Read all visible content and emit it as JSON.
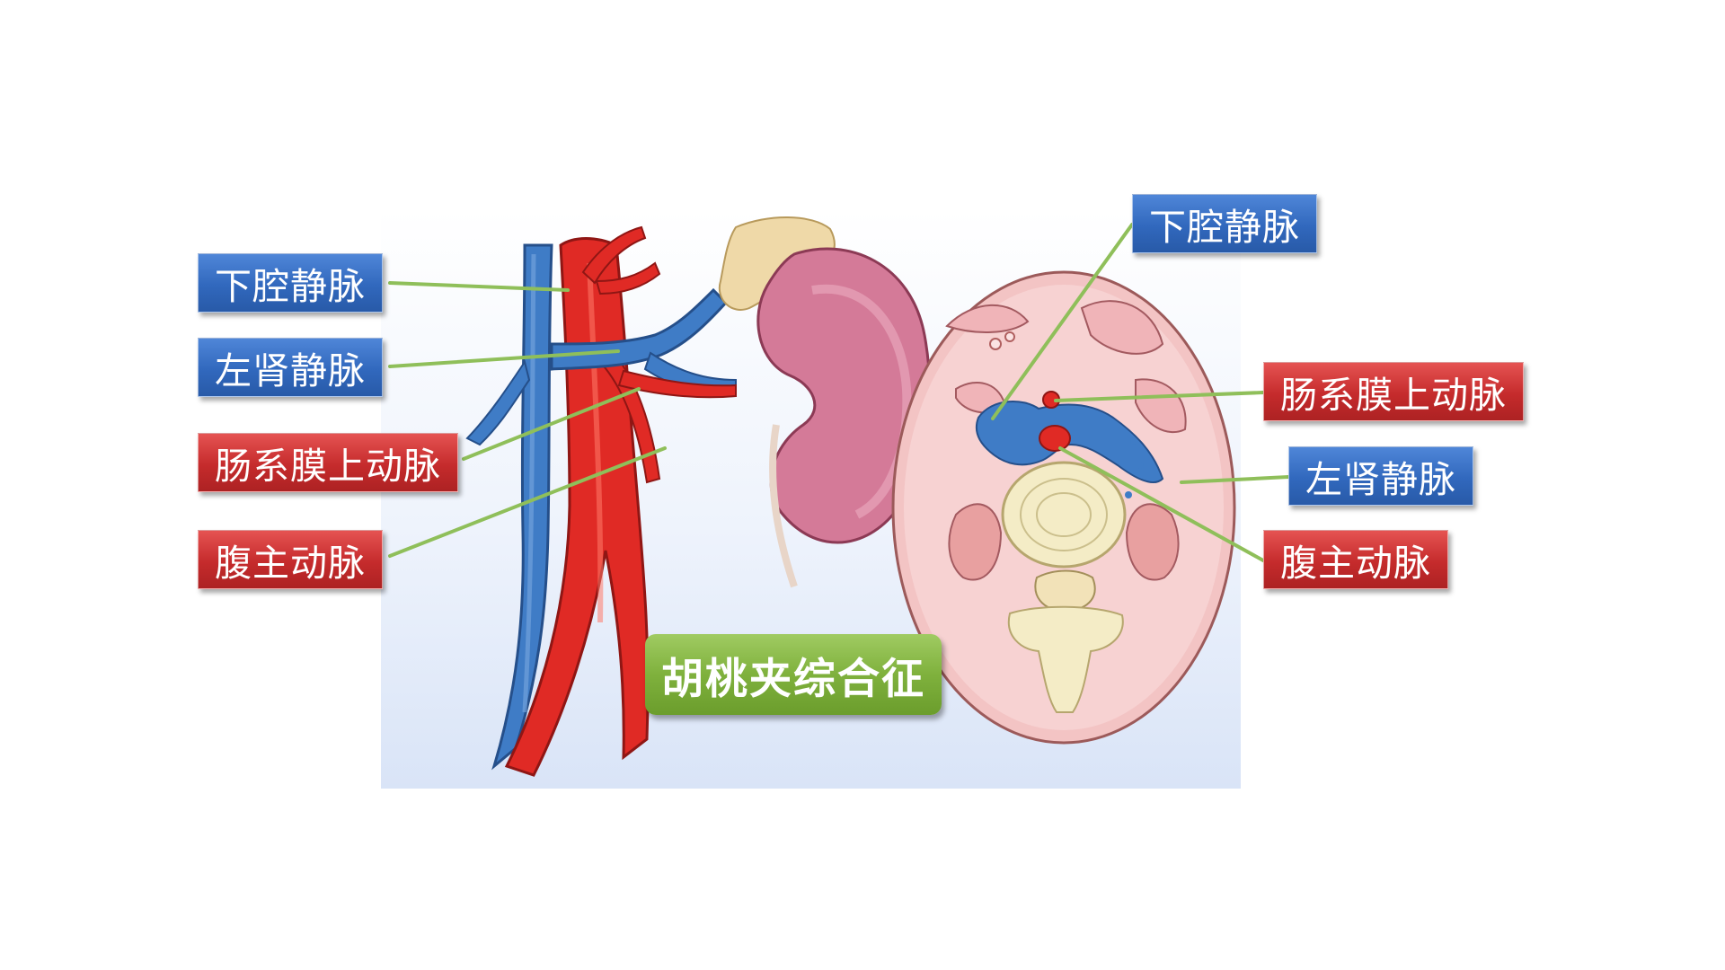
{
  "title": "胡桃夹综合征",
  "labels": {
    "left": {
      "ivc": "下腔静脉",
      "left_renal_vein": "左肾静脉",
      "sma": "肠系膜上动脉",
      "aorta": "腹主动脉"
    },
    "right": {
      "ivc": "下腔静脉",
      "sma": "肠系膜上动脉",
      "left_renal_vein": "左肾静脉",
      "aorta": "腹主动脉"
    }
  },
  "colors": {
    "vein_label": "#3168bd",
    "artery_label": "#c52b2c",
    "title_badge": "#7fb13d",
    "leader_line": "#8fbf5a"
  }
}
